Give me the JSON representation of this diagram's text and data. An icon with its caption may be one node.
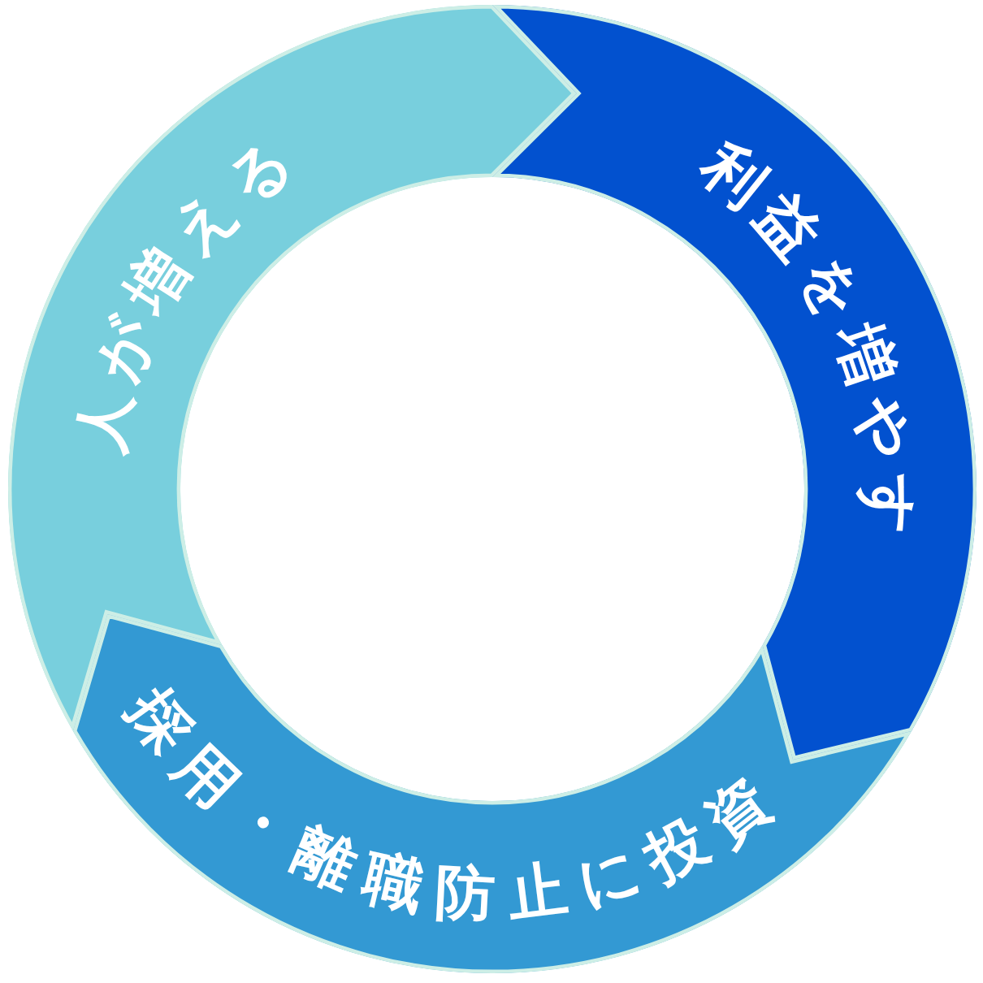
{
  "diagram": {
    "nodes": [
      {
        "text": [
          "人が増える"
        ]
      },
      {
        "text": [
          "利益を増やす"
        ]
      },
      {
        "text": [
          "採用・離職防止に投資"
        ]
      }
    ]
  }
}
